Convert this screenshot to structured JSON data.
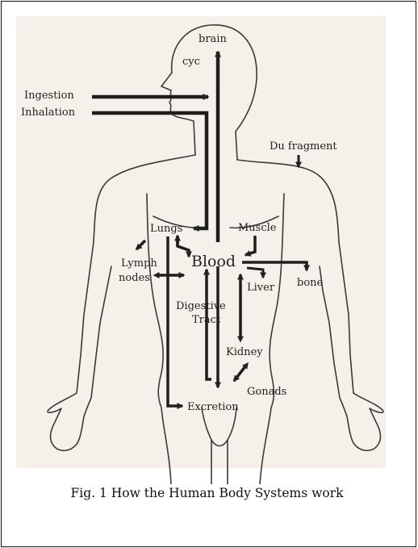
{
  "diagram": {
    "labels": {
      "brain": "brain",
      "eye": "cyc",
      "ingestion": "Ingestion",
      "inhalation": "Inhalation",
      "du_fragment": "Du fragment",
      "lungs": "Lungs",
      "muscle": "Muscle",
      "blood": "Blood",
      "lymph_line1": "Lymph",
      "lymph_line2": "nodes",
      "liver": "Liver",
      "bone": "bone",
      "digestive_line1": "Digestive",
      "digestive_line2": "Tract",
      "kidney": "Kidney",
      "gonads": "Gonads",
      "excretion": "Excretion"
    }
  },
  "caption": "Fig. 1 How the Human Body Systems work"
}
